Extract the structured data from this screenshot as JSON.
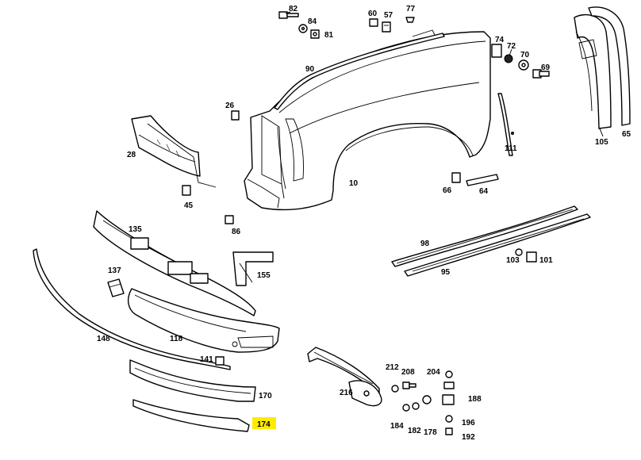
{
  "diagram": {
    "highlight_color": "#ffeb00",
    "labels": {
      "p82": "82",
      "p84": "84",
      "p81": "81",
      "p60": "60",
      "p57": "57",
      "p77": "77",
      "p74": "74",
      "p72": "72",
      "p70": "70",
      "p69": "69",
      "p90": "90",
      "p26": "26",
      "p28": "28",
      "p45": "45",
      "p10": "10",
      "p111": "111",
      "p105": "105",
      "p65": "65",
      "p66": "66",
      "p64": "64",
      "p86": "86",
      "p135": "135",
      "p98": "98",
      "p95": "95",
      "p103": "103",
      "p101": "101",
      "p155": "155",
      "p137": "137",
      "p118": "118",
      "p148": "148",
      "p141": "141",
      "p170": "170",
      "p174": "174",
      "p212": "212",
      "p208": "208",
      "p204": "204",
      "p216": "216",
      "p188": "188",
      "p184": "184",
      "p182": "182",
      "p178": "178",
      "p196": "196",
      "p192": "192"
    }
  }
}
